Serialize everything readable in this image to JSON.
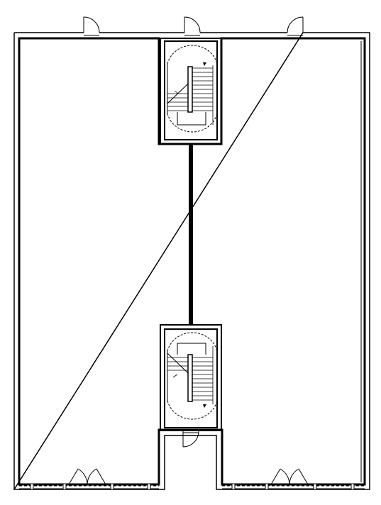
{
  "plan": {
    "stairs": [
      {
        "id": "north-stair",
        "annotation": ""
      },
      {
        "id": "south-stair",
        "annotation": ""
      }
    ],
    "doors": {
      "north": [
        "north-door-west",
        "north-door-center",
        "north-door-east"
      ],
      "south": [
        "south-door-center",
        "south-door-west-double",
        "south-door-east-double"
      ]
    },
    "colors": {
      "wall": "#000000",
      "background": "#ffffff"
    }
  }
}
